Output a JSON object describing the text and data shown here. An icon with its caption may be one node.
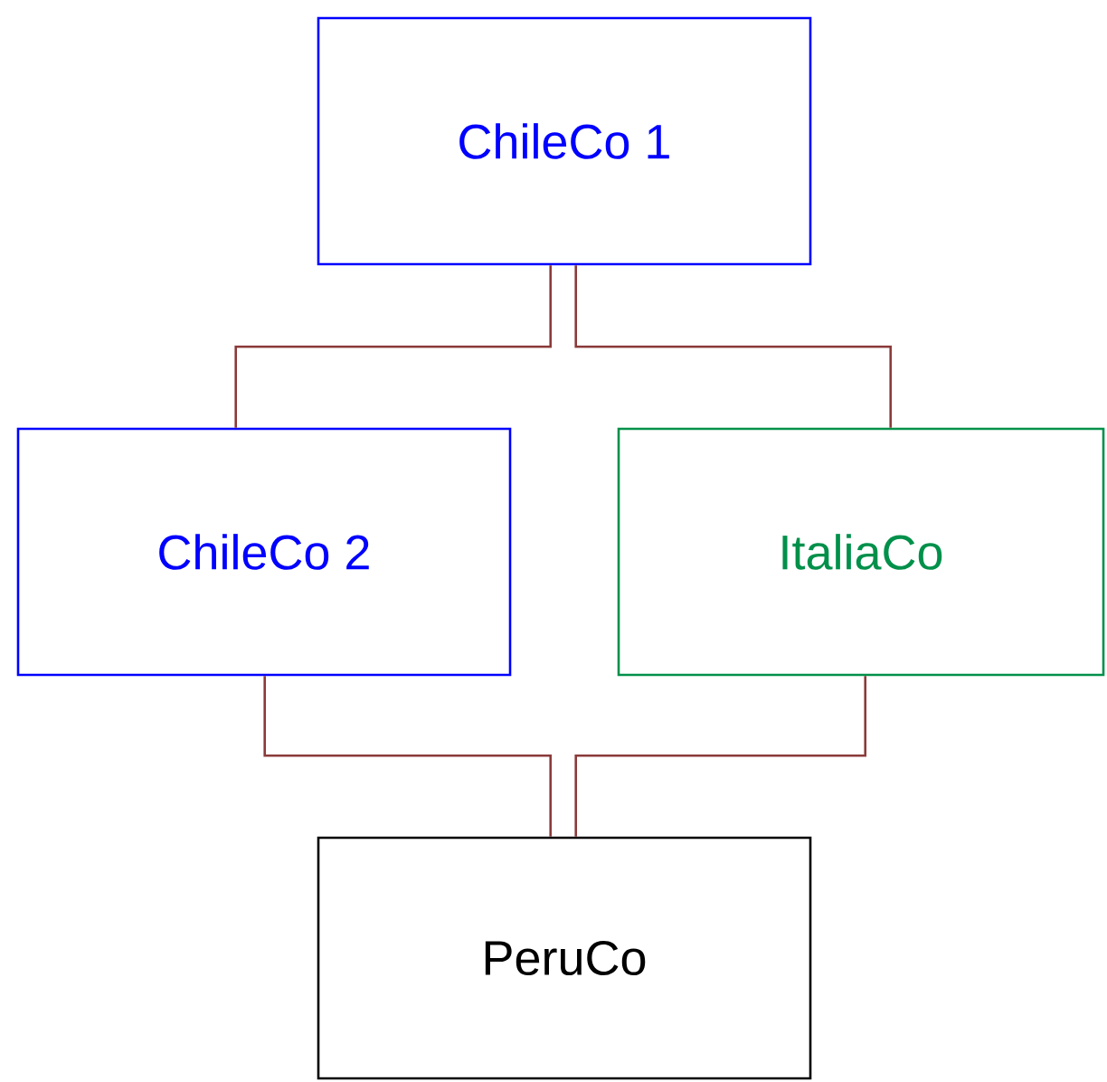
{
  "diagram": {
    "nodes": [
      {
        "text": [
          "ChileCo 1"
        ]
      },
      {
        "text": [
          "ChileCo 2"
        ]
      },
      {
        "text": [
          "ItaliaCo"
        ]
      },
      {
        "text": [
          "PeruCo"
        ]
      }
    ],
    "edges": [
      {
        "from": 0,
        "to": 1,
        "arrow": "none"
      },
      {
        "from": 0,
        "to": 2,
        "arrow": "none"
      },
      {
        "from": 1,
        "to": 3,
        "arrow": "none"
      },
      {
        "from": 2,
        "to": 3,
        "arrow": "none"
      }
    ]
  }
}
